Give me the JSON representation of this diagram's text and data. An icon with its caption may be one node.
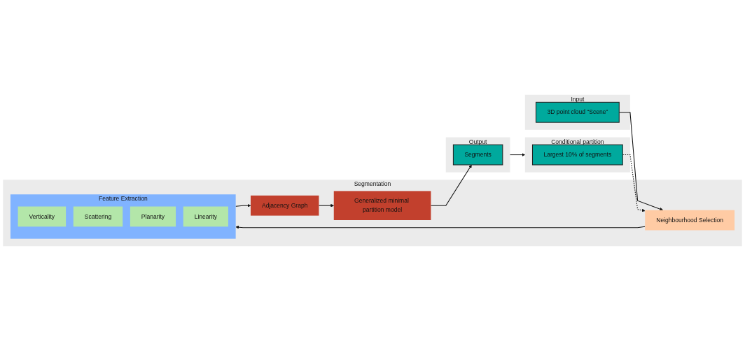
{
  "diagram": {
    "nodes": [
      {
        "text": [
          "Input"
        ]
      },
      {
        "text": [
          "3D point cloud “Scene”"
        ],
        "in": 0
      },
      {
        "text": [
          "Segmentation"
        ]
      },
      {
        "text": [
          "Neighbourhood Selection"
        ],
        "in": 2
      },
      {
        "text": [
          "Feature Extraction"
        ],
        "in": 2
      },
      {
        "text": [
          "Verticality"
        ],
        "in": 4
      },
      {
        "text": [
          "Scattering"
        ],
        "in": 4
      },
      {
        "text": [
          "Planarity"
        ],
        "in": 4
      },
      {
        "text": [
          "Linearity"
        ],
        "in": 4
      },
      {
        "text": [
          "Adjacency Graph"
        ],
        "in": 2
      },
      {
        "text": [
          "Generalized minimal partition model"
        ],
        "in": 2
      },
      {
        "text": [
          "Conditional partition"
        ]
      },
      {
        "text": [
          "Largest 10% of segments"
        ],
        "in": 11
      },
      {
        "text": [
          "Output"
        ]
      },
      {
        "text": [
          "Segments"
        ],
        "in": 13
      }
    ],
    "edges": [
      {
        "from": 1,
        "to": 3,
        "arrow": "to"
      },
      {
        "from": 12,
        "to": 3,
        "arrow": "to",
        "style": "dashed"
      },
      {
        "from": 3,
        "to": 4,
        "arrow": "to"
      },
      {
        "from": 4,
        "to": 9,
        "arrow": "to"
      },
      {
        "from": 9,
        "to": 10,
        "arrow": "to"
      },
      {
        "from": 10,
        "to": 14,
        "arrow": "to"
      },
      {
        "from": 13,
        "to": 11,
        "arrow": "to"
      }
    ]
  }
}
